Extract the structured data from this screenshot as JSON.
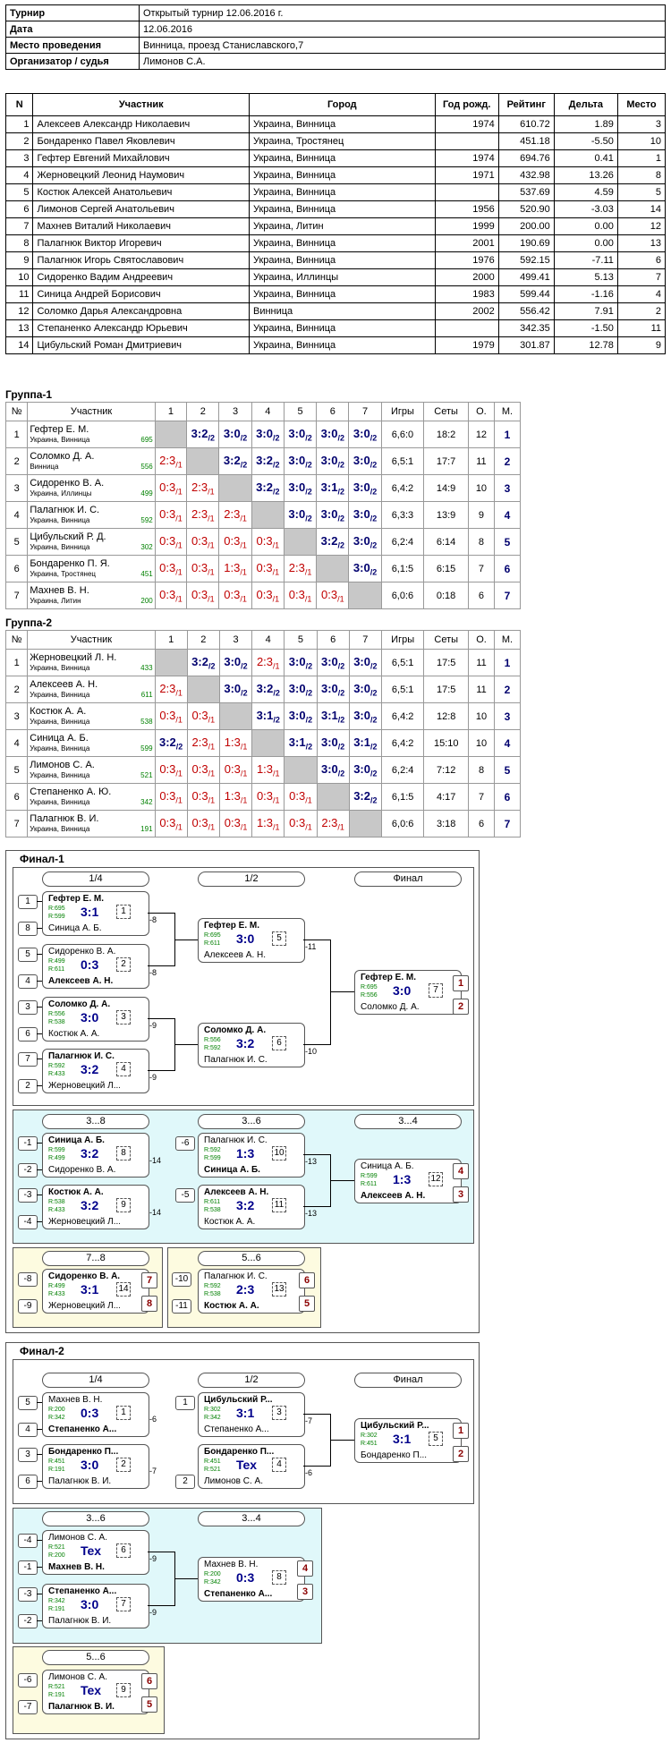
{
  "info": [
    {
      "k": "Турнир",
      "v": "Открытый турнир 12.06.2016 г."
    },
    {
      "k": "Дата",
      "v": "12.06.2016"
    },
    {
      "k": "Место проведения",
      "v": "Винница, проезд Станиславского,7"
    },
    {
      "k": "Организатор / судья",
      "v": "Лимонов С.А."
    }
  ],
  "participants": {
    "headers": [
      "N",
      "Участник",
      "Город",
      "Год рожд.",
      "Рейтинг",
      "Дельта",
      "Место"
    ],
    "rows": [
      [
        "1",
        "Алексеев Александр Николаевич",
        "Украина, Винница",
        "1974",
        "610.72",
        "1.89",
        "3"
      ],
      [
        "2",
        "Бондаренко Павел Яковлевич",
        "Украина, Тростянец",
        "",
        "451.18",
        "-5.50",
        "10"
      ],
      [
        "3",
        "Гефтер Евгений Михайлович",
        "Украина, Винница",
        "1974",
        "694.76",
        "0.41",
        "1"
      ],
      [
        "4",
        "Жерновецкий Леонид Наумович",
        "Украина, Винница",
        "1971",
        "432.98",
        "13.26",
        "8"
      ],
      [
        "5",
        "Костюк Алексей Анатольевич",
        "Украина, Винница",
        "",
        "537.69",
        "4.59",
        "5"
      ],
      [
        "6",
        "Лимонов Сергей Анатольевич",
        "Украина, Винница",
        "1956",
        "520.90",
        "-3.03",
        "14"
      ],
      [
        "7",
        "Махнев Виталий Николаевич",
        "Украина, Литин",
        "1999",
        "200.00",
        "0.00",
        "12"
      ],
      [
        "8",
        "Палагнюк Виктор Игоревич",
        "Украина, Винница",
        "2001",
        "190.69",
        "0.00",
        "13"
      ],
      [
        "9",
        "Палагнюк Игорь Святославович",
        "Украина, Винница",
        "1976",
        "592.15",
        "-7.11",
        "6"
      ],
      [
        "10",
        "Сидоренко Вадим Андреевич",
        "Украина, Иллинцы",
        "2000",
        "499.41",
        "5.13",
        "7"
      ],
      [
        "11",
        "Синица Андрей Борисович",
        "Украина, Винница",
        "1983",
        "599.44",
        "-1.16",
        "4"
      ],
      [
        "12",
        "Соломко Дарья Александровна",
        "Винница",
        "2002",
        "556.42",
        "7.91",
        "2"
      ],
      [
        "13",
        "Степаненко Александр Юрьевич",
        "Украина, Винница",
        "",
        "342.35",
        "-1.50",
        "11"
      ],
      [
        "14",
        "Цибульский Роман Дмитриевич",
        "Украина, Винница",
        "1979",
        "301.87",
        "12.78",
        "9"
      ]
    ]
  },
  "groups": [
    {
      "title": "Группа-1",
      "headers": [
        "№",
        "Участник",
        "1",
        "2",
        "3",
        "4",
        "5",
        "6",
        "7",
        "Игры",
        "Сеты",
        "О.",
        "М."
      ],
      "rows": [
        {
          "n": "1",
          "name": "Гефтер Е. М.",
          "city": "Украина, Винница",
          "rating": "695",
          "cells": [
            "",
            "3:2|2",
            "3:0|2",
            "3:0|2",
            "3:0|2",
            "3:0|2",
            "3:0|2"
          ],
          "games": "6,6:0",
          "sets": "18:2",
          "pts": "12",
          "pl": "1"
        },
        {
          "n": "2",
          "name": "Соломко Д. А.",
          "city": "Винница",
          "rating": "556",
          "cells": [
            "2:3|1",
            "",
            "3:2|2",
            "3:2|2",
            "3:0|2",
            "3:0|2",
            "3:0|2"
          ],
          "games": "6,5:1",
          "sets": "17:7",
          "pts": "11",
          "pl": "2"
        },
        {
          "n": "3",
          "name": "Сидоренко В. А.",
          "city": "Украина, Иллинцы",
          "rating": "499",
          "cells": [
            "0:3|1",
            "2:3|1",
            "",
            "3:2|2",
            "3:0|2",
            "3:1|2",
            "3:0|2"
          ],
          "games": "6,4:2",
          "sets": "14:9",
          "pts": "10",
          "pl": "3"
        },
        {
          "n": "4",
          "name": "Палагнюк И. С.",
          "city": "Украина, Винница",
          "rating": "592",
          "cells": [
            "0:3|1",
            "2:3|1",
            "2:3|1",
            "",
            "3:0|2",
            "3:0|2",
            "3:0|2"
          ],
          "games": "6,3:3",
          "sets": "13:9",
          "pts": "9",
          "pl": "4"
        },
        {
          "n": "5",
          "name": "Цибульский Р. Д.",
          "city": "Украина, Винница",
          "rating": "302",
          "cells": [
            "0:3|1",
            "0:3|1",
            "0:3|1",
            "0:3|1",
            "",
            "3:2|2",
            "3:0|2"
          ],
          "games": "6,2:4",
          "sets": "6:14",
          "pts": "8",
          "pl": "5"
        },
        {
          "n": "6",
          "name": "Бондаренко П. Я.",
          "city": "Украина, Тростянец",
          "rating": "451",
          "cells": [
            "0:3|1",
            "0:3|1",
            "1:3|1",
            "0:3|1",
            "2:3|1",
            "",
            "3:0|2"
          ],
          "games": "6,1:5",
          "sets": "6:15",
          "pts": "7",
          "pl": "6"
        },
        {
          "n": "7",
          "name": "Махнев В. Н.",
          "city": "Украина, Литин",
          "rating": "200",
          "cells": [
            "0:3|1",
            "0:3|1",
            "0:3|1",
            "0:3|1",
            "0:3|1",
            "0:3|1",
            ""
          ],
          "games": "6,0:6",
          "sets": "0:18",
          "pts": "6",
          "pl": "7"
        }
      ]
    },
    {
      "title": "Группа-2",
      "headers": [
        "№",
        "Участник",
        "1",
        "2",
        "3",
        "4",
        "5",
        "6",
        "7",
        "Игры",
        "Сеты",
        "О.",
        "М."
      ],
      "rows": [
        {
          "n": "1",
          "name": "Жерновецкий Л. Н.",
          "city": "Украина, Винница",
          "rating": "433",
          "cells": [
            "",
            "3:2|2",
            "3:0|2",
            "2:3|1",
            "3:0|2",
            "3:0|2",
            "3:0|2"
          ],
          "games": "6,5:1",
          "sets": "17:5",
          "pts": "11",
          "pl": "1"
        },
        {
          "n": "2",
          "name": "Алексеев А. Н.",
          "city": "Украина, Винница",
          "rating": "611",
          "cells": [
            "2:3|1",
            "",
            "3:0|2",
            "3:2|2",
            "3:0|2",
            "3:0|2",
            "3:0|2"
          ],
          "games": "6,5:1",
          "sets": "17:5",
          "pts": "11",
          "pl": "2"
        },
        {
          "n": "3",
          "name": "Костюк А. А.",
          "city": "Украина, Винница",
          "rating": "538",
          "cells": [
            "0:3|1",
            "0:3|1",
            "",
            "3:1|2",
            "3:0|2",
            "3:1|2",
            "3:0|2"
          ],
          "games": "6,4:2",
          "sets": "12:8",
          "pts": "10",
          "pl": "3"
        },
        {
          "n": "4",
          "name": "Синица А. Б.",
          "city": "Украина, Винница",
          "rating": "599",
          "cells": [
            "3:2|2",
            "2:3|1",
            "1:3|1",
            "",
            "3:1|2",
            "3:0|2",
            "3:1|2"
          ],
          "games": "6,4:2",
          "sets": "15:10",
          "pts": "10",
          "pl": "4"
        },
        {
          "n": "5",
          "name": "Лимонов С. А.",
          "city": "Украина, Винница",
          "rating": "521",
          "cells": [
            "0:3|1",
            "0:3|1",
            "0:3|1",
            "1:3|1",
            "",
            "3:0|2",
            "3:0|2"
          ],
          "games": "6,2:4",
          "sets": "7:12",
          "pts": "8",
          "pl": "5"
        },
        {
          "n": "6",
          "name": "Степаненко А. Ю.",
          "city": "Украина, Винница",
          "rating": "342",
          "cells": [
            "0:3|1",
            "0:3|1",
            "1:3|1",
            "0:3|1",
            "0:3|1",
            "",
            "3:2|2"
          ],
          "games": "6,1:5",
          "sets": "4:17",
          "pts": "7",
          "pl": "6"
        },
        {
          "n": "7",
          "name": "Палагнюк В. И.",
          "city": "Украина, Винница",
          "rating": "191",
          "cells": [
            "0:3|1",
            "0:3|1",
            "0:3|1",
            "1:3|1",
            "0:3|1",
            "2:3|1",
            ""
          ],
          "games": "6,0:6",
          "sets": "3:18",
          "pts": "6",
          "pl": "7"
        }
      ]
    }
  ],
  "final1": {
    "title": "Финал-1",
    "rounds": [
      "1/4",
      "1/2",
      "Финал",
      "3...8",
      "3...6",
      "3...4",
      "7...8",
      "5...6"
    ],
    "matches": [
      {
        "p1": "Гефтер Е. М.",
        "r1": "R:695",
        "p2": "Синица А. Б.",
        "r2": "R:599",
        "score": "3:1",
        "num": "1",
        "win": 1
      },
      {
        "p1": "Сидоренко В. А.",
        "r1": "R:499",
        "p2": "Алексеев А. Н.",
        "r2": "R:611",
        "score": "0:3",
        "num": "2",
        "win": 2
      },
      {
        "p1": "Соломко Д. А.",
        "r1": "R:556",
        "p2": "Костюк А. А.",
        "r2": "R:538",
        "score": "3:0",
        "num": "3",
        "win": 1
      },
      {
        "p1": "Палагнюк И. С.",
        "r1": "R:592",
        "p2": "Жерновецкий Л...",
        "r2": "R:433",
        "score": "3:2",
        "num": "4",
        "win": 1
      },
      {
        "p1": "Гефтер Е. М.",
        "r1": "R:695",
        "p2": "Алексеев А. Н.",
        "r2": "R:611",
        "score": "3:0",
        "num": "5",
        "win": 1
      },
      {
        "p1": "Соломко Д. А.",
        "r1": "R:556",
        "p2": "Палагнюк И. С.",
        "r2": "R:592",
        "score": "3:2",
        "num": "6",
        "win": 1
      },
      {
        "p1": "Гефтер Е. М.",
        "r1": "R:695",
        "p2": "Соломко Д. А.",
        "r2": "R:556",
        "score": "3:0",
        "num": "7",
        "win": 1
      },
      {
        "p1": "Синица А. Б.",
        "r1": "R:599",
        "p2": "Сидоренко В. А.",
        "r2": "R:499",
        "score": "3:2",
        "num": "8",
        "win": 1
      },
      {
        "p1": "Костюк А. А.",
        "r1": "R:538",
        "p2": "Жерновецкий Л...",
        "r2": "R:433",
        "score": "3:2",
        "num": "9",
        "win": 1
      },
      {
        "p1": "Палагнюк И. С.",
        "r1": "R:592",
        "p2": "Синица А. Б.",
        "r2": "R:599",
        "score": "1:3",
        "num": "10",
        "win": 2
      },
      {
        "p1": "Алексеев А. Н.",
        "r1": "R:611",
        "p2": "Костюк А. А.",
        "r2": "R:538",
        "score": "3:2",
        "num": "11",
        "win": 1
      },
      {
        "p1": "Синица А. Б.",
        "r1": "R:599",
        "p2": "Алексеев А. Н.",
        "r2": "R:611",
        "score": "1:3",
        "num": "12",
        "win": 2
      },
      {
        "p1": "Сидоренко В. А.",
        "r1": "R:499",
        "p2": "Жерновецкий Л...",
        "r2": "R:433",
        "score": "3:1",
        "num": "14",
        "win": 1
      },
      {
        "p1": "Палагнюк И. С.",
        "r1": "R:592",
        "p2": "Костюк А. А.",
        "r2": "R:538",
        "score": "2:3",
        "num": "13",
        "win": 2
      }
    ],
    "seeds": [
      "1",
      "8",
      "5",
      "4",
      "3",
      "6",
      "7",
      "2",
      "-1",
      "-2",
      "-3",
      "-4",
      "-6",
      "-5",
      "-8",
      "-9",
      "-10",
      "-11"
    ],
    "notes": [
      "-8",
      "-8",
      "-9",
      "-9",
      "-11",
      "-10",
      "-14",
      "-14",
      "-13",
      "-13"
    ],
    "places": [
      "1",
      "2",
      "4",
      "3",
      "7",
      "8",
      "6",
      "5"
    ]
  },
  "final2": {
    "title": "Финал-2",
    "rounds": [
      "1/4",
      "1/2",
      "Финал",
      "3...6",
      "3...4",
      "5...6"
    ],
    "matches": [
      {
        "p1": "Махнев В. Н.",
        "r1": "R:200",
        "p2": "Степаненко А...",
        "r2": "R:342",
        "score": "0:3",
        "num": "1",
        "win": 2
      },
      {
        "p1": "Бондаренко П...",
        "r1": "R:451",
        "p2": "Палагнюк В. И.",
        "r2": "R:191",
        "score": "3:0",
        "num": "2",
        "win": 1
      },
      {
        "p1": "Цибульский Р...",
        "r1": "R:302",
        "p2": "Степаненко А...",
        "r2": "R:342",
        "score": "3:1",
        "num": "3",
        "win": 1
      },
      {
        "p1": "Бондаренко П...",
        "r1": "R:451",
        "p2": "Лимонов С. А.",
        "r2": "R:521",
        "score": "Tex",
        "num": "4",
        "win": 1
      },
      {
        "p1": "Цибульский Р...",
        "r1": "R:302",
        "p2": "Бондаренко П...",
        "r2": "R:451",
        "score": "3:1",
        "num": "5",
        "win": 1
      },
      {
        "p1": "Лимонов С. А.",
        "r1": "R:521",
        "p2": "Махнев В. Н.",
        "r2": "R:200",
        "score": "Tex",
        "num": "6",
        "win": 2
      },
      {
        "p1": "Степаненко А...",
        "r1": "R:342",
        "p2": "Палагнюк В. И.",
        "r2": "R:191",
        "score": "3:0",
        "num": "7",
        "win": 1
      },
      {
        "p1": "Махнев В. Н.",
        "r1": "R:200",
        "p2": "Степаненко А...",
        "r2": "R:342",
        "score": "0:3",
        "num": "8",
        "win": 2
      },
      {
        "p1": "Лимонов С. А.",
        "r1": "R:521",
        "p2": "Палагнюк В. И.",
        "r2": "R:191",
        "score": "Tex",
        "num": "9",
        "win": 2
      }
    ],
    "seeds": [
      "5",
      "4",
      "3",
      "6",
      "1",
      "2",
      "-4",
      "-1",
      "-3",
      "-2",
      "-6",
      "-7"
    ],
    "notes": [
      "-6",
      "-7",
      "-7",
      "-6",
      "-9",
      "-9"
    ],
    "places": [
      "1",
      "2",
      "4",
      "3",
      "6",
      "5"
    ]
  }
}
